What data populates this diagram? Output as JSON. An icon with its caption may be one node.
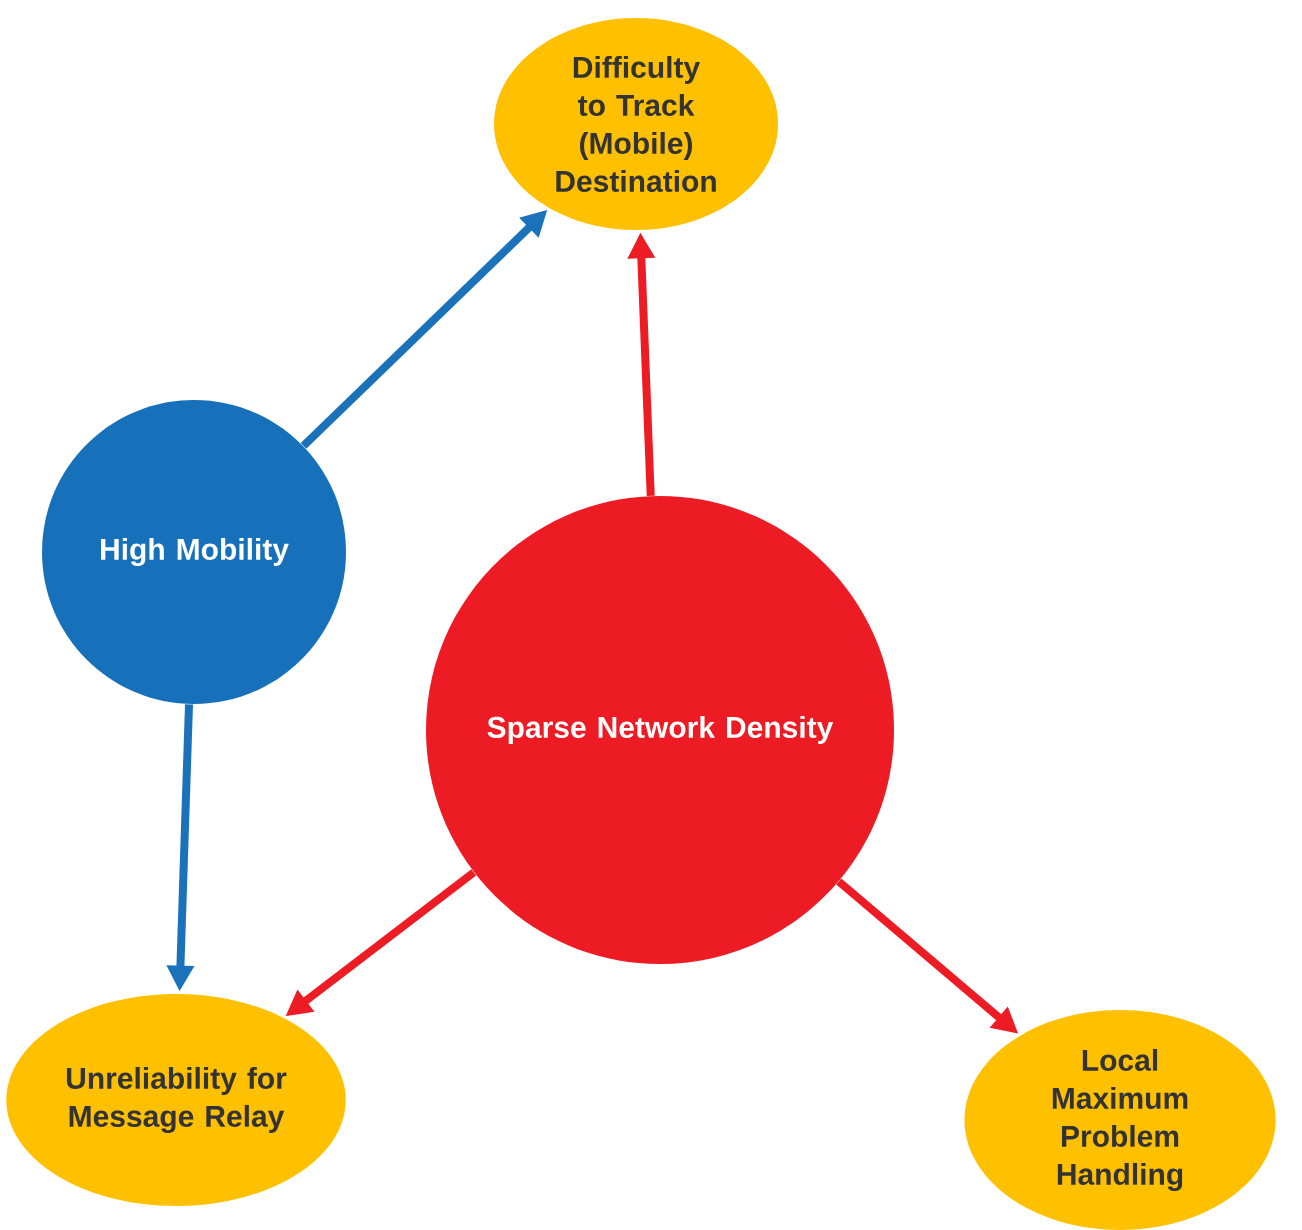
{
  "diagram": {
    "nodes": [
      {
        "text": [
          "Difficulty to Track (Mobile) Destination"
        ]
      },
      {
        "text": [
          "High Mobility"
        ]
      },
      {
        "text": [
          "Sparse Network Density"
        ]
      },
      {
        "text": [
          "Unreliability for Message Relay"
        ]
      },
      {
        "text": [
          "Local Maximum Problem Handling"
        ]
      }
    ],
    "edges": [
      {
        "from": 1,
        "to": 0,
        "arrow": "to",
        "color": "#1a72bb"
      },
      {
        "from": 2,
        "to": 0,
        "arrow": "to"
      },
      {
        "from": 1,
        "to": 3,
        "arrow": "to",
        "color": "#1a72bb"
      },
      {
        "from": 2,
        "to": 3,
        "arrow": "to"
      },
      {
        "from": 2,
        "to": 4,
        "arrow": "to"
      }
    ]
  }
}
